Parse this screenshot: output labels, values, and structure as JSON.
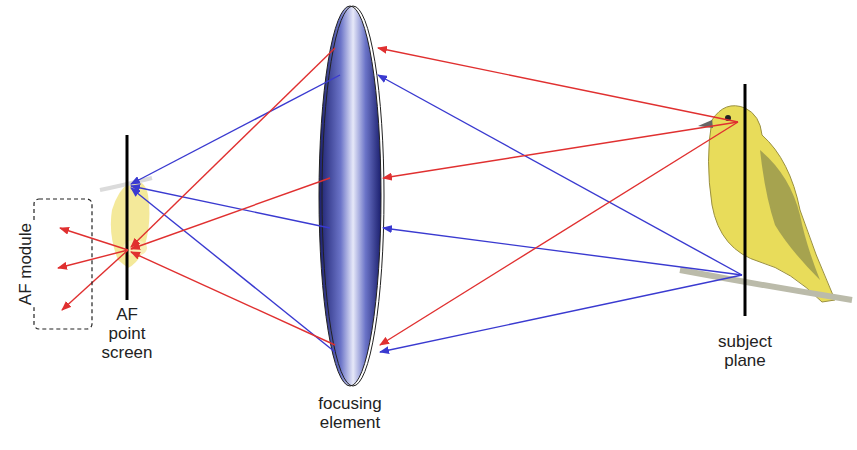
{
  "diagram": {
    "nodes": [
      {
        "text": [
          "AF module"
        ]
      }
    ],
    "labels": [
      "AF point screen",
      "focusing element",
      "subject plane"
    ]
  }
}
